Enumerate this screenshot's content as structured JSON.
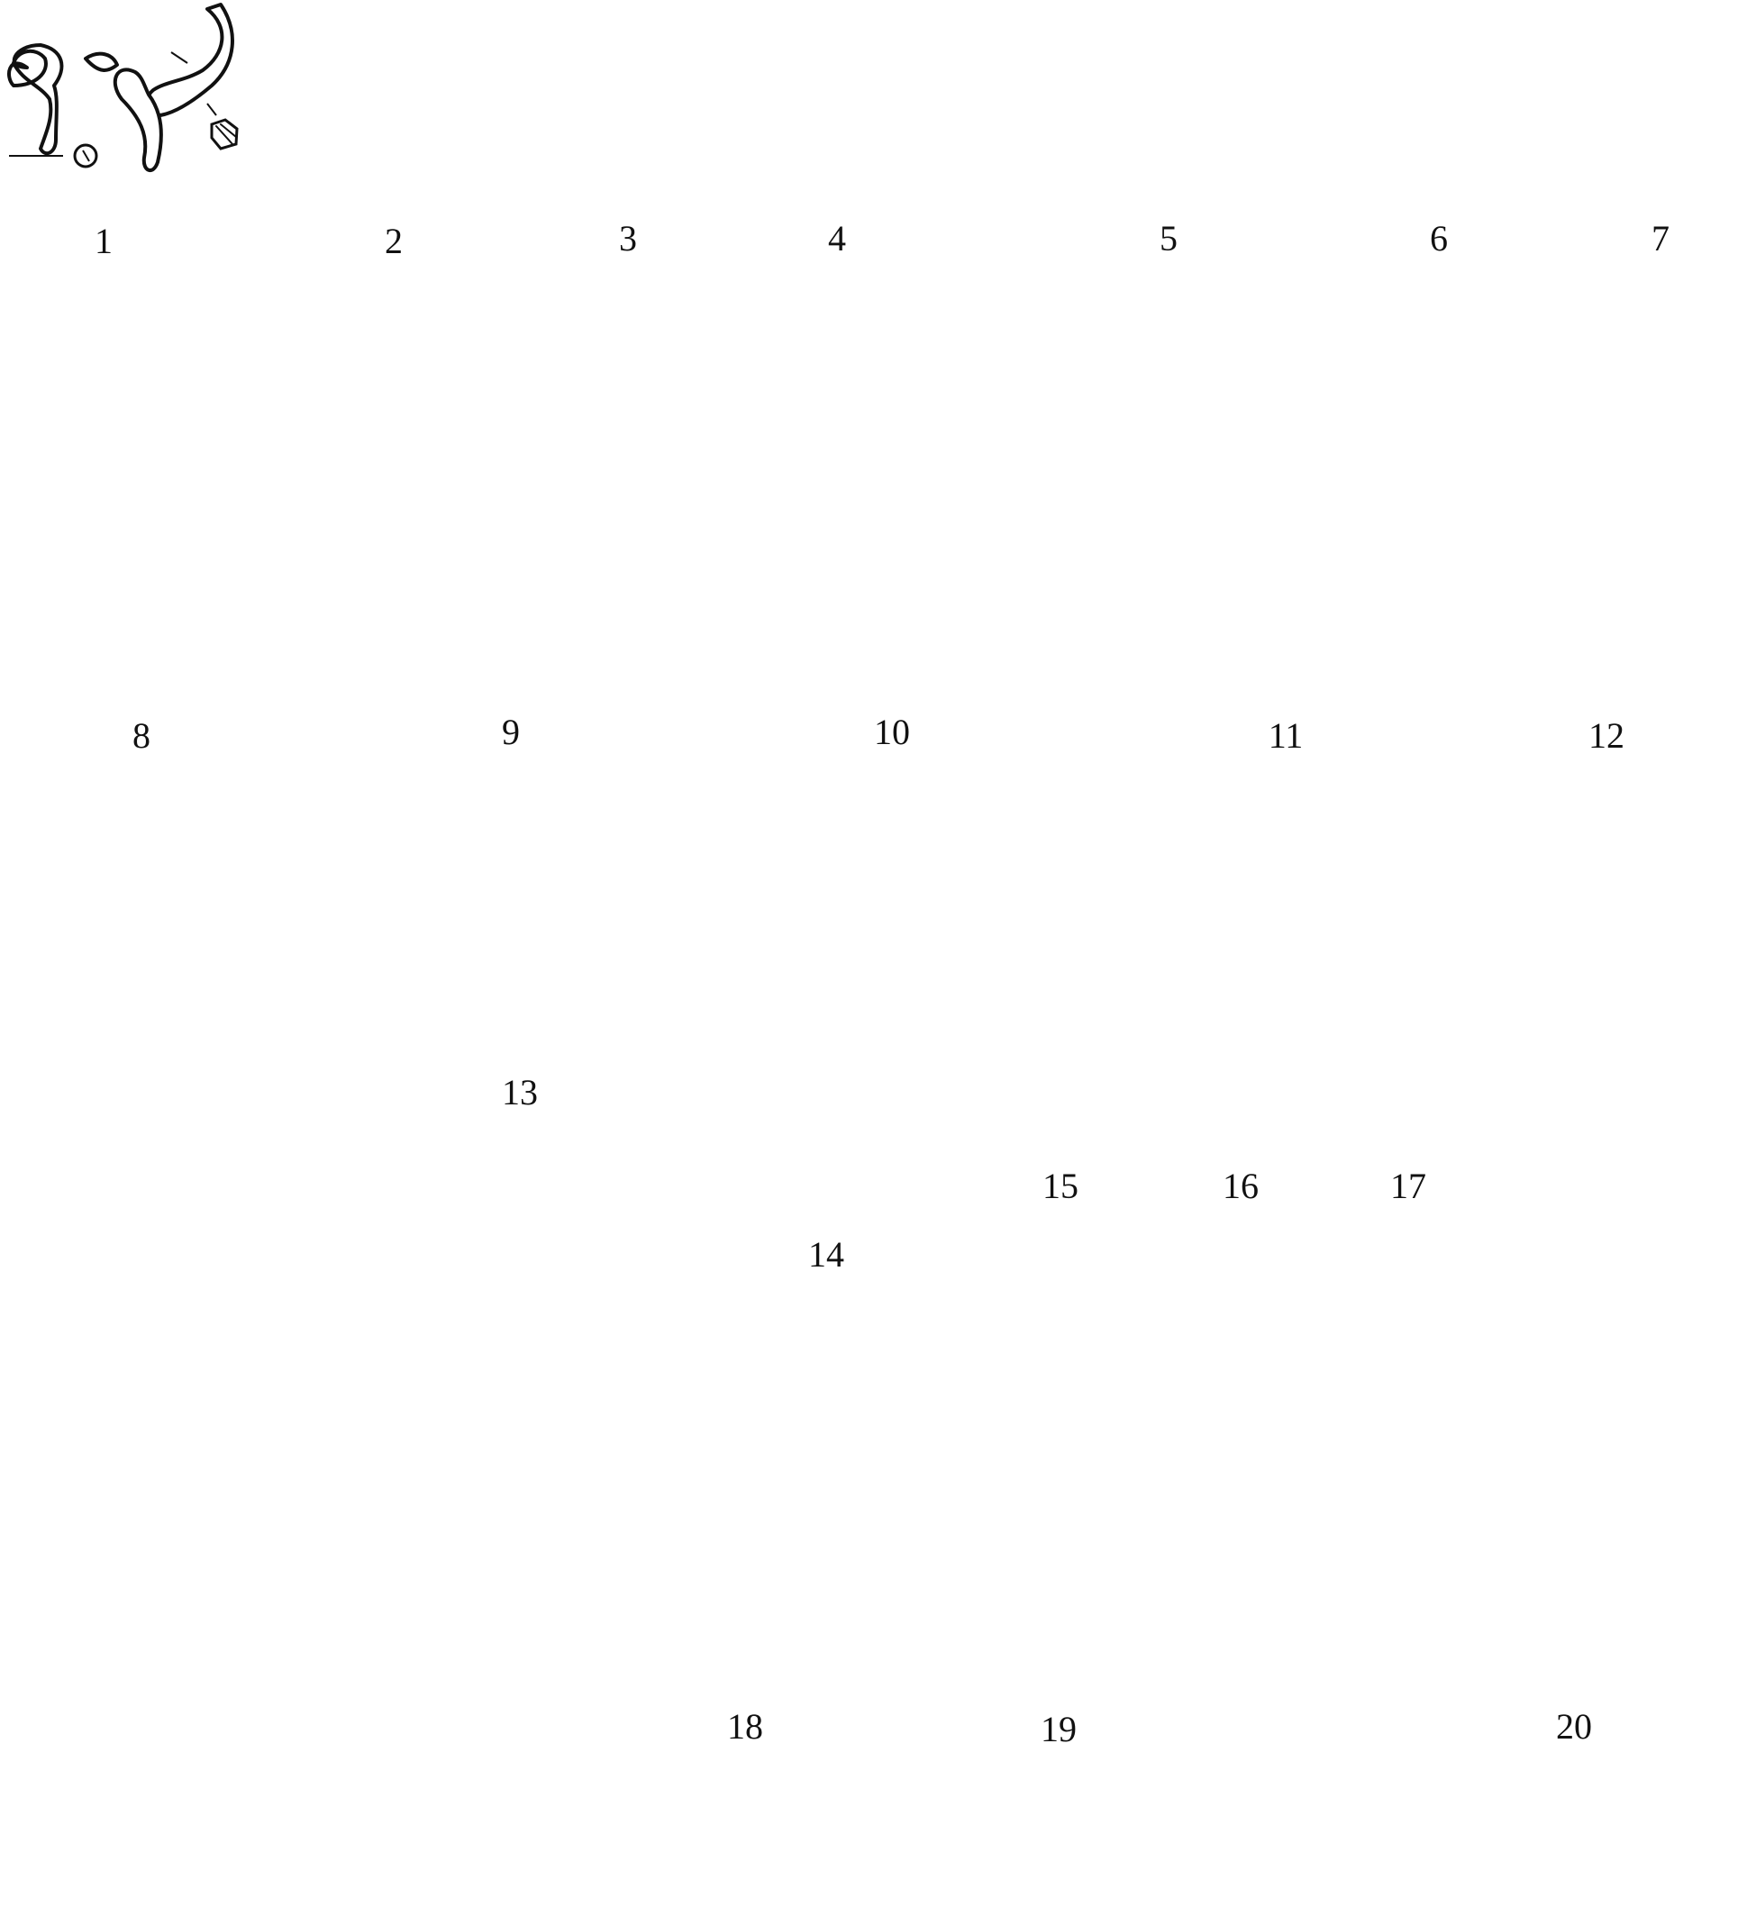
{
  "figure_numbers": [
    "1",
    "2",
    "3",
    "4",
    "5",
    "6",
    "7",
    "8",
    "9",
    "10",
    "11",
    "12",
    "13",
    "14",
    "15",
    "16",
    "17",
    "18",
    "19",
    "20"
  ]
}
